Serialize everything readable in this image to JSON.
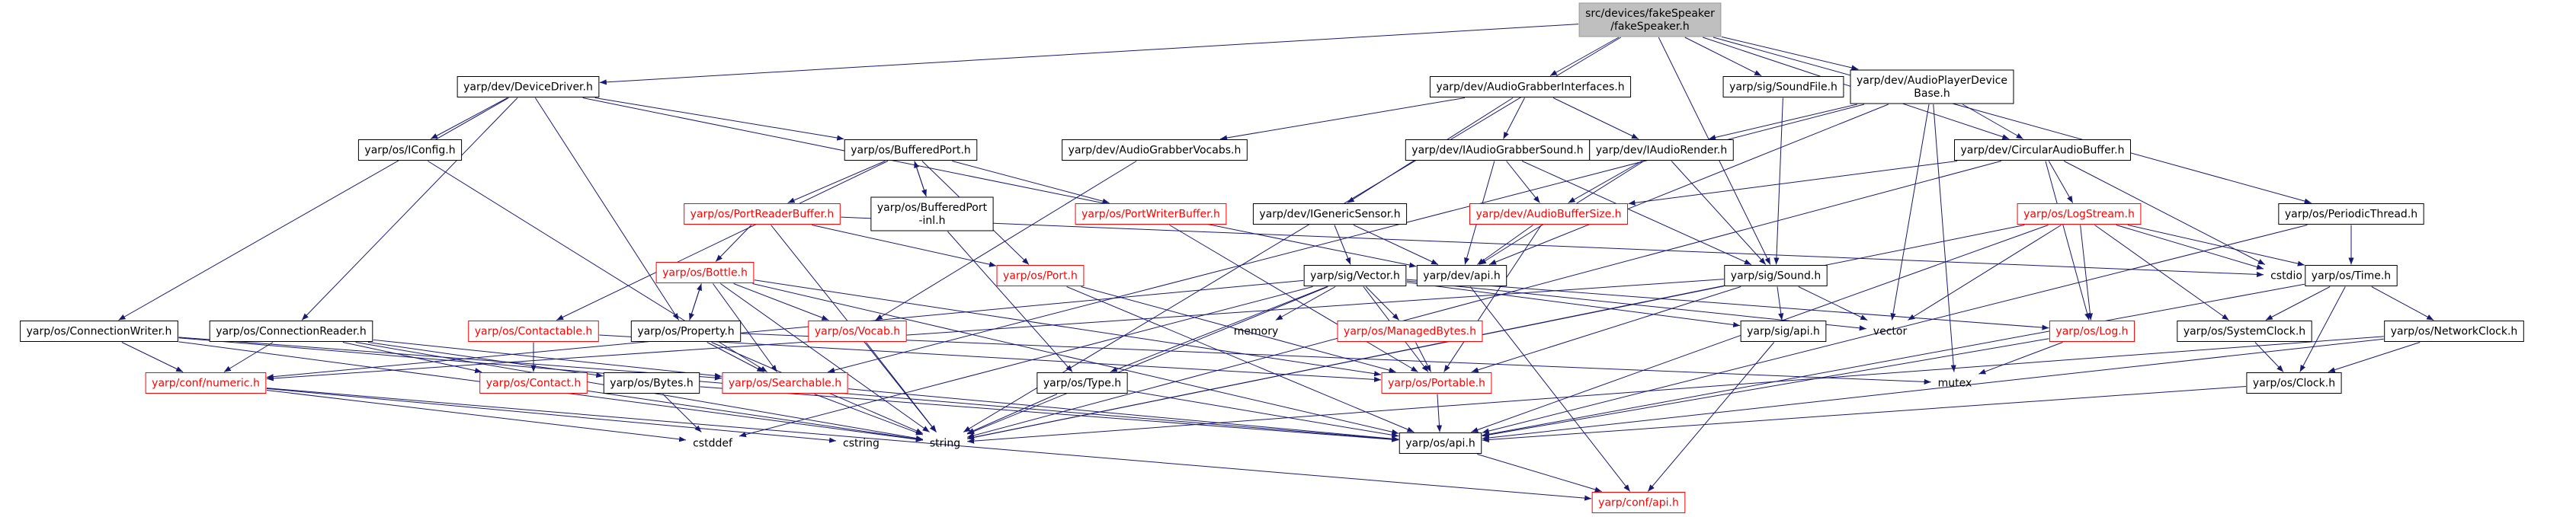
{
  "graph": {
    "nodes": [
      {
        "id": "root",
        "lines": [
          "src/devices/fakeSpeaker",
          "/fakeSpeaker.h"
        ],
        "style": "root"
      },
      {
        "id": "DeviceDriver",
        "lines": [
          "yarp/dev/DeviceDriver.h"
        ],
        "style": "normal"
      },
      {
        "id": "AudioGrabberInterfaces",
        "lines": [
          "yarp/dev/AudioGrabberInterfaces.h"
        ],
        "style": "normal"
      },
      {
        "id": "SoundFile",
        "lines": [
          "yarp/sig/SoundFile.h"
        ],
        "style": "normal"
      },
      {
        "id": "AudioPlayerDeviceBase",
        "lines": [
          "yarp/dev/AudioPlayerDevice",
          "Base.h"
        ],
        "style": "normal"
      },
      {
        "id": "IConfig",
        "lines": [
          "yarp/os/IConfig.h"
        ],
        "style": "normal"
      },
      {
        "id": "BufferedPort",
        "lines": [
          "yarp/os/BufferedPort.h"
        ],
        "style": "normal"
      },
      {
        "id": "AudioGrabberVocabs",
        "lines": [
          "yarp/dev/AudioGrabberVocabs.h"
        ],
        "style": "normal"
      },
      {
        "id": "IAudioGrabberSound",
        "lines": [
          "yarp/dev/IAudioGrabberSound.h"
        ],
        "style": "normal"
      },
      {
        "id": "IAudioRender",
        "lines": [
          "yarp/dev/IAudioRender.h"
        ],
        "style": "normal"
      },
      {
        "id": "CircularAudioBuffer",
        "lines": [
          "yarp/dev/CircularAudioBuffer.h"
        ],
        "style": "normal"
      },
      {
        "id": "PortReaderBuffer",
        "lines": [
          "yarp/os/PortReaderBuffer.h"
        ],
        "style": "red"
      },
      {
        "id": "BufferedPortImpl",
        "lines": [
          "yarp/os/BufferedPort",
          "-inl.h"
        ],
        "style": "normal"
      },
      {
        "id": "PortWriterBuffer",
        "lines": [
          "yarp/os/PortWriterBuffer.h"
        ],
        "style": "red"
      },
      {
        "id": "IGenericSensor",
        "lines": [
          "yarp/dev/IGenericSensor.h"
        ],
        "style": "normal"
      },
      {
        "id": "AudioBufferSize",
        "lines": [
          "yarp/dev/AudioBufferSize.h"
        ],
        "style": "red"
      },
      {
        "id": "LogStream",
        "lines": [
          "yarp/os/LogStream.h"
        ],
        "style": "red"
      },
      {
        "id": "PeriodicThread",
        "lines": [
          "yarp/os/PeriodicThread.h"
        ],
        "style": "normal"
      },
      {
        "id": "Bottle",
        "lines": [
          "yarp/os/Bottle.h"
        ],
        "style": "red"
      },
      {
        "id": "Port",
        "lines": [
          "yarp/os/Port.h"
        ],
        "style": "red"
      },
      {
        "id": "devapi",
        "lines": [
          "yarp/dev/api.h"
        ],
        "style": "normal"
      },
      {
        "id": "SigVector",
        "lines": [
          "yarp/sig/Vector.h"
        ],
        "style": "normal"
      },
      {
        "id": "Sound",
        "lines": [
          "yarp/sig/Sound.h"
        ],
        "style": "normal"
      },
      {
        "id": "cstdio",
        "lines": [
          "cstdio"
        ],
        "style": "plain"
      },
      {
        "id": "Time",
        "lines": [
          "yarp/os/Time.h"
        ],
        "style": "normal"
      },
      {
        "id": "ConnectionWriter",
        "lines": [
          "yarp/os/ConnectionWriter.h"
        ],
        "style": "normal"
      },
      {
        "id": "ConnectionReader",
        "lines": [
          "yarp/os/ConnectionReader.h"
        ],
        "style": "normal"
      },
      {
        "id": "Contactable",
        "lines": [
          "yarp/os/Contactable.h"
        ],
        "style": "red"
      },
      {
        "id": "Property",
        "lines": [
          "yarp/os/Property.h"
        ],
        "style": "normal"
      },
      {
        "id": "Vocab",
        "lines": [
          "yarp/os/Vocab.h"
        ],
        "style": "red"
      },
      {
        "id": "memory",
        "lines": [
          "memory"
        ],
        "style": "plain"
      },
      {
        "id": "ManagedBytes",
        "lines": [
          "yarp/os/ManagedBytes.h"
        ],
        "style": "red"
      },
      {
        "id": "sigapi",
        "lines": [
          "yarp/sig/api.h"
        ],
        "style": "normal"
      },
      {
        "id": "vector",
        "lines": [
          "vector"
        ],
        "style": "plain"
      },
      {
        "id": "Log",
        "lines": [
          "yarp/os/Log.h"
        ],
        "style": "red"
      },
      {
        "id": "SystemClock",
        "lines": [
          "yarp/os/SystemClock.h"
        ],
        "style": "normal"
      },
      {
        "id": "NetworkClock",
        "lines": [
          "yarp/os/NetworkClock.h"
        ],
        "style": "normal"
      },
      {
        "id": "numeric",
        "lines": [
          "yarp/conf/numeric.h"
        ],
        "style": "red"
      },
      {
        "id": "Contact",
        "lines": [
          "yarp/os/Contact.h"
        ],
        "style": "red"
      },
      {
        "id": "Bytes",
        "lines": [
          "yarp/os/Bytes.h"
        ],
        "style": "normal"
      },
      {
        "id": "Searchable",
        "lines": [
          "yarp/os/Searchable.h"
        ],
        "style": "red"
      },
      {
        "id": "Type",
        "lines": [
          "yarp/os/Type.h"
        ],
        "style": "normal"
      },
      {
        "id": "Portable",
        "lines": [
          "yarp/os/Portable.h"
        ],
        "style": "red"
      },
      {
        "id": "mutex",
        "lines": [
          "mutex"
        ],
        "style": "plain"
      },
      {
        "id": "Clock",
        "lines": [
          "yarp/os/Clock.h"
        ],
        "style": "normal"
      },
      {
        "id": "cstddef",
        "lines": [
          "cstddef"
        ],
        "style": "plain"
      },
      {
        "id": "cstring",
        "lines": [
          "cstring"
        ],
        "style": "plain"
      },
      {
        "id": "string",
        "lines": [
          "string"
        ],
        "style": "plain"
      },
      {
        "id": "osapi",
        "lines": [
          "yarp/os/api.h"
        ],
        "style": "normal"
      },
      {
        "id": "confapi",
        "lines": [
          "yarp/conf/api.h"
        ],
        "style": "red"
      }
    ],
    "edges": [
      [
        "root",
        "DeviceDriver"
      ],
      [
        "root",
        "AudioGrabberInterfaces"
      ],
      [
        "root",
        "SoundFile"
      ],
      [
        "root",
        "AudioPlayerDeviceBase"
      ],
      [
        "root",
        "CircularAudioBuffer"
      ],
      [
        "root",
        "PeriodicThread"
      ],
      [
        "root",
        "Sound"
      ],
      [
        "root",
        "string"
      ],
      [
        "DeviceDriver",
        "IConfig"
      ],
      [
        "DeviceDriver",
        "BufferedPort"
      ],
      [
        "DeviceDriver",
        "ConnectionWriter"
      ],
      [
        "DeviceDriver",
        "ConnectionReader"
      ],
      [
        "DeviceDriver",
        "Property"
      ],
      [
        "DeviceDriver",
        "devapi"
      ],
      [
        "AudioGrabberInterfaces",
        "AudioGrabberVocabs"
      ],
      [
        "AudioGrabberInterfaces",
        "IAudioGrabberSound"
      ],
      [
        "AudioGrabberInterfaces",
        "IAudioRender"
      ],
      [
        "AudioGrabberInterfaces",
        "IGenericSensor"
      ],
      [
        "SoundFile",
        "Sound"
      ],
      [
        "AudioPlayerDeviceBase",
        "IAudioRender"
      ],
      [
        "AudioPlayerDeviceBase",
        "CircularAudioBuffer"
      ],
      [
        "AudioPlayerDeviceBase",
        "devapi"
      ],
      [
        "AudioPlayerDeviceBase",
        "vector"
      ],
      [
        "AudioPlayerDeviceBase",
        "mutex"
      ],
      [
        "AudioPlayerDeviceBase",
        "Searchable"
      ],
      [
        "IConfig",
        "Searchable"
      ],
      [
        "BufferedPort",
        "PortReaderBuffer"
      ],
      [
        "BufferedPort",
        "BufferedPortImpl"
      ],
      [
        "BufferedPort",
        "PortWriterBuffer"
      ],
      [
        "BufferedPort",
        "Port"
      ],
      [
        "BufferedPort",
        "Contactable"
      ],
      [
        "BufferedPortImpl",
        "BufferedPort"
      ],
      [
        "BufferedPortImpl",
        "Type"
      ],
      [
        "AudioGrabberVocabs",
        "Vocab"
      ],
      [
        "IAudioGrabberSound",
        "AudioBufferSize"
      ],
      [
        "IAudioGrabberSound",
        "Sound"
      ],
      [
        "IAudioGrabberSound",
        "devapi"
      ],
      [
        "IAudioRender",
        "AudioBufferSize"
      ],
      [
        "IAudioRender",
        "Sound"
      ],
      [
        "IAudioRender",
        "devapi"
      ],
      [
        "CircularAudioBuffer",
        "AudioBufferSize"
      ],
      [
        "CircularAudioBuffer",
        "LogStream"
      ],
      [
        "CircularAudioBuffer",
        "cstdio"
      ],
      [
        "CircularAudioBuffer",
        "Log"
      ],
      [
        "CircularAudioBuffer",
        "string"
      ],
      [
        "PortReaderBuffer",
        "Bottle"
      ],
      [
        "PortReaderBuffer",
        "Port"
      ],
      [
        "PortReaderBuffer",
        "cstdio"
      ],
      [
        "PortReaderBuffer",
        "string"
      ],
      [
        "PortWriterBuffer",
        "Portable"
      ],
      [
        "IGenericSensor",
        "SigVector"
      ],
      [
        "IGenericSensor",
        "devapi"
      ],
      [
        "AudioBufferSize",
        "devapi"
      ],
      [
        "AudioBufferSize",
        "Portable"
      ],
      [
        "LogStream",
        "cstdio"
      ],
      [
        "LogStream",
        "Log"
      ],
      [
        "LogStream",
        "Time"
      ],
      [
        "LogStream",
        "SystemClock"
      ],
      [
        "LogStream",
        "vector"
      ],
      [
        "LogStream",
        "string"
      ],
      [
        "LogStream",
        "osapi"
      ],
      [
        "PeriodicThread",
        "Time"
      ],
      [
        "PeriodicThread",
        "osapi"
      ],
      [
        "Bottle",
        "Property"
      ],
      [
        "Bottle",
        "Vocab"
      ],
      [
        "Bottle",
        "Searchable"
      ],
      [
        "Bottle",
        "Portable"
      ],
      [
        "Bottle",
        "string"
      ],
      [
        "Bottle",
        "osapi"
      ],
      [
        "Port",
        "Portable"
      ],
      [
        "Port",
        "osapi"
      ],
      [
        "devapi",
        "confapi"
      ],
      [
        "SigVector",
        "memory"
      ],
      [
        "SigVector",
        "ManagedBytes"
      ],
      [
        "SigVector",
        "sigapi"
      ],
      [
        "SigVector",
        "vector"
      ],
      [
        "SigVector",
        "Log"
      ],
      [
        "SigVector",
        "Type"
      ],
      [
        "SigVector",
        "Portable"
      ],
      [
        "SigVector",
        "cstddef"
      ],
      [
        "SigVector",
        "string"
      ],
      [
        "SigVector",
        "numeric"
      ],
      [
        "Sound",
        "sigapi"
      ],
      [
        "Sound",
        "vector"
      ],
      [
        "Sound",
        "Portable"
      ],
      [
        "Sound",
        "string"
      ],
      [
        "Sound",
        "numeric"
      ],
      [
        "Time",
        "SystemClock"
      ],
      [
        "Time",
        "NetworkClock"
      ],
      [
        "Time",
        "Clock"
      ],
      [
        "Time",
        "osapi"
      ],
      [
        "ConnectionWriter",
        "numeric"
      ],
      [
        "ConnectionWriter",
        "Searchable"
      ],
      [
        "ConnectionWriter",
        "string"
      ],
      [
        "ConnectionWriter",
        "osapi"
      ],
      [
        "ConnectionReader",
        "numeric"
      ],
      [
        "ConnectionReader",
        "Contact"
      ],
      [
        "ConnectionReader",
        "Bytes"
      ],
      [
        "ConnectionReader",
        "Searchable"
      ],
      [
        "ConnectionReader",
        "string"
      ],
      [
        "Contactable",
        "Contact"
      ],
      [
        "Contactable",
        "Portable"
      ],
      [
        "Property",
        "Bottle"
      ],
      [
        "Property",
        "Searchable"
      ],
      [
        "Property",
        "string"
      ],
      [
        "Property",
        "mutex"
      ],
      [
        "Vocab",
        "string"
      ],
      [
        "ManagedBytes",
        "Portable"
      ],
      [
        "sigapi",
        "confapi"
      ],
      [
        "Log",
        "mutex"
      ],
      [
        "Log",
        "osapi"
      ],
      [
        "SystemClock",
        "Clock"
      ],
      [
        "NetworkClock",
        "Clock"
      ],
      [
        "NetworkClock",
        "osapi"
      ],
      [
        "NetworkClock",
        "string"
      ],
      [
        "numeric",
        "cstring"
      ],
      [
        "numeric",
        "cstddef"
      ],
      [
        "numeric",
        "confapi"
      ],
      [
        "Contact",
        "string"
      ],
      [
        "Bytes",
        "cstddef"
      ],
      [
        "Bytes",
        "osapi"
      ],
      [
        "Searchable",
        "string"
      ],
      [
        "Searchable",
        "osapi"
      ],
      [
        "Type",
        "string"
      ],
      [
        "Type",
        "osapi"
      ],
      [
        "Portable",
        "osapi"
      ],
      [
        "Clock",
        "osapi"
      ],
      [
        "osapi",
        "confapi"
      ]
    ]
  }
}
